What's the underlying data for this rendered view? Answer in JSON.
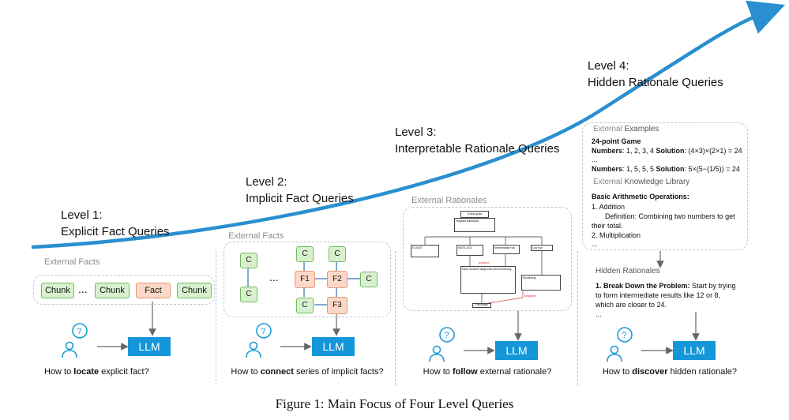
{
  "curve_color": "#2a8fd0",
  "levels": [
    {
      "name": "Level 1:",
      "title": "Explicit Fact Queries"
    },
    {
      "name": "Level 2:",
      "title": "Implicit Fact Queries"
    },
    {
      "name": "Level 3:",
      "title": "Interpretable Rationale Queries"
    },
    {
      "name": "Level 4:",
      "title": "Hidden Rationale Queries"
    }
  ],
  "panel1": {
    "title": "External Facts",
    "chunks": [
      "Chunk",
      "Chunk",
      "Fact",
      "Chunk"
    ],
    "ellipsis": "...",
    "llm": "LLM",
    "question_pre": "How to ",
    "question_bold": "locate",
    "question_post": " explicit fact?"
  },
  "panel2": {
    "title": "External Facts",
    "c_label": "C",
    "ellipsis": "...",
    "f1": "F1",
    "f2": "F2",
    "f3": "F3",
    "llm": "LLM",
    "question_pre": "How to ",
    "question_bold": "connect",
    "question_post": " series of implicit facts?"
  },
  "panel3": {
    "title": "External Rationales",
    "flow": {
      "top": "Chest pain",
      "box1": "Hospital admission",
      "box2": "ECG/ST",
      "box3": "NSTE-ACS",
      "box4": "Intermediate risk",
      "box5": "Low risk",
      "box6": "Early invasive diagnostic and monitoring",
      "box7": "Monitoring",
      "bottom": "Discharge",
      "pos": "positive",
      "neg": "negative"
    },
    "llm": "LLM",
    "question_pre": "How to ",
    "question_bold": "follow",
    "question_post": " external rationale?"
  },
  "panel4": {
    "examples_title_gray": "External ",
    "examples_title_strong": "Examples",
    "game_title": "24-point Game",
    "ex1_label": "Numbers",
    "ex1_nums": ": 1, 2, 3, 4 ",
    "ex1_sol_label": "Solution",
    "ex1_sol": ": (4×3)×(2×1) = 24",
    "ex_ellipsis": "...",
    "ex2_label": "Numbers",
    "ex2_nums": ": 1, 5, 5, 5 ",
    "ex2_sol_label": "Solution",
    "ex2_sol": ": 5×(5−(1/5)) = 24",
    "library_title_gray": "External ",
    "library_title_strong": "Knowledge Library",
    "ops_title": "Basic Arithmetic Operations:",
    "op1": "1. Addition",
    "op1_def1": "Definition: Combining two numbers to get",
    "op1_def2": "their total.",
    "op2": "2. Multiplication",
    "lib_ellipsis": "...",
    "hidden_title": "Hidden Rationales",
    "step_bold": "1. Break Down the Problem:",
    "step_text1": " Start by trying",
    "step_text2": "to form intermediate results like 12 or 8,",
    "step_text3": "which are closer to 24.",
    "hidden_ellipsis": "...",
    "llm": "LLM",
    "question_pre": "How to ",
    "question_bold": "discover",
    "question_post": " hidden rationale?"
  },
  "caption": "Figure 1: Main Focus of Four Level Queries"
}
